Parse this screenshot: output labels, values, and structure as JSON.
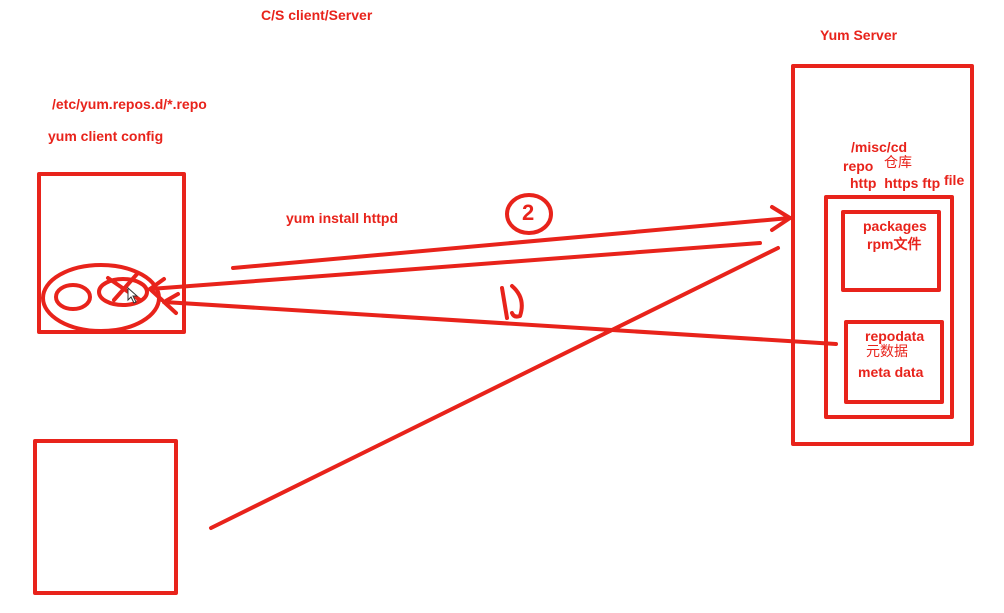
{
  "diagram": {
    "stroke_color": "#e8231b",
    "title": "C/S  client/Server",
    "client": {
      "repo_path": "/etc/yum.repos.d/*.repo",
      "config_label": "yum client  config"
    },
    "command": "yum install httpd",
    "steps": {
      "first": "1",
      "second": "2"
    },
    "server": {
      "title": "Yum Server",
      "misc_path": "/misc/cd",
      "repo_label": "repo",
      "repo_cn": "仓库",
      "protocols": "http  https ftp",
      "protocol_file": "file",
      "packages": {
        "label": "packages",
        "sub": "rpm文件"
      },
      "repodata": {
        "label": "repodata",
        "cn": "元数据",
        "meta": "meta data"
      }
    }
  }
}
